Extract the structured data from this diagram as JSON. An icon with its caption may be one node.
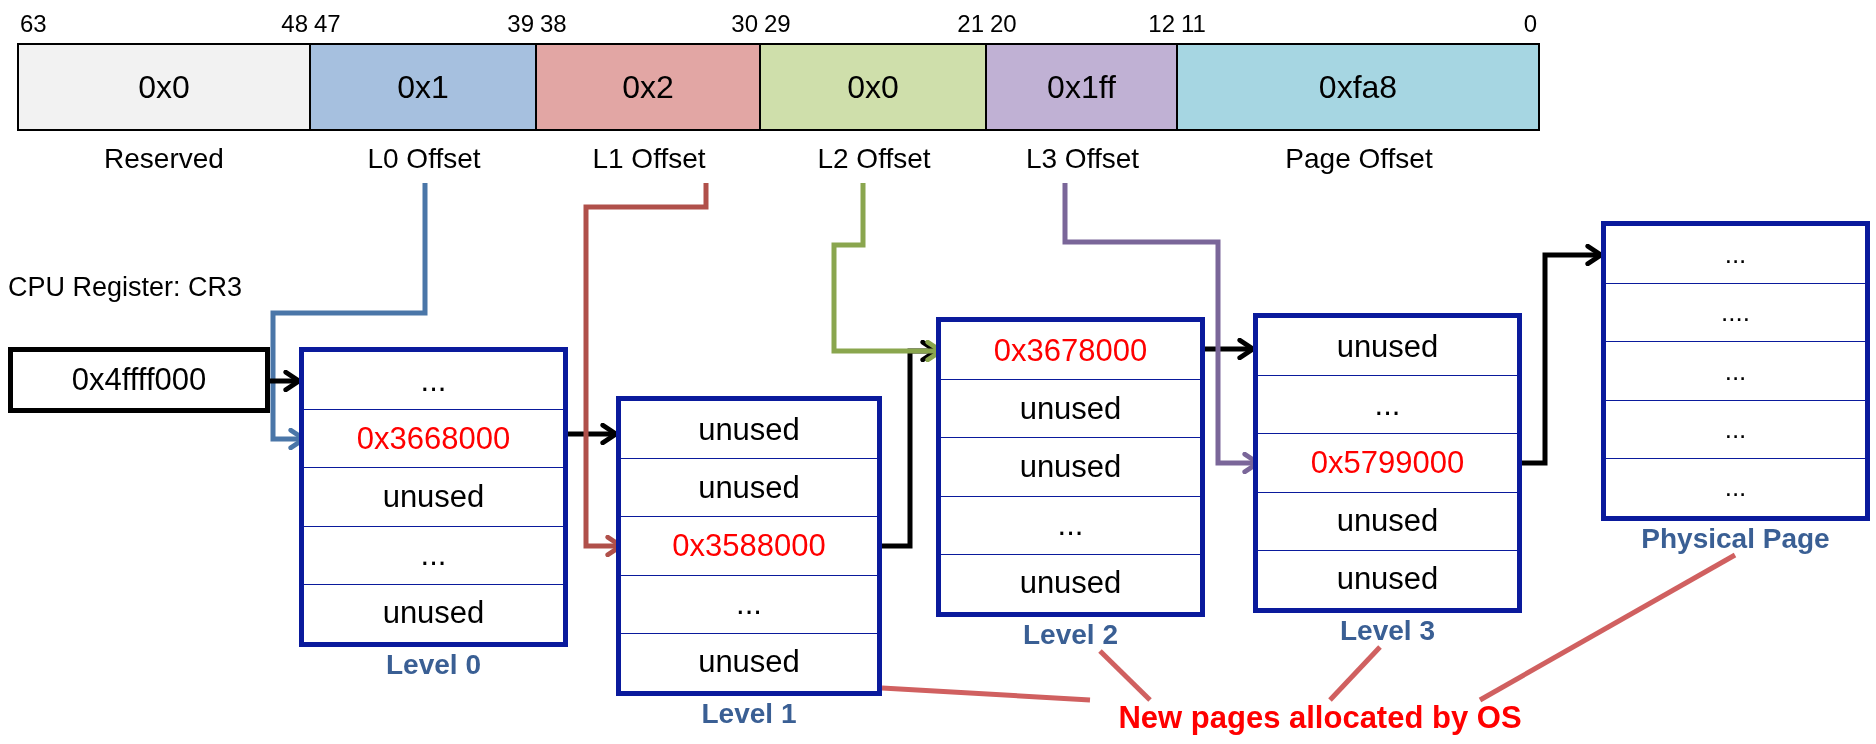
{
  "diagram": {
    "nodes": [
      {
        "text": [
          "0x0"
        ],
        "beside": [
          "Reserved"
        ]
      },
      {
        "text": [
          "0x1"
        ],
        "beside": [
          "L0 Offset"
        ]
      },
      {
        "text": [
          "0x2"
        ],
        "beside": [
          "L1 Offset"
        ]
      },
      {
        "text": [
          "0x0"
        ],
        "beside": [
          "L2 Offset"
        ]
      },
      {
        "text": [
          "0x1ff"
        ],
        "beside": [
          "L3 Offset"
        ]
      },
      {
        "text": [
          "0xfa8"
        ],
        "beside": [
          "Page Offset"
        ]
      },
      {
        "text": [
          "0x4ffff000"
        ],
        "beside": [
          "CPU Register: CR3"
        ]
      },
      {
        "text": [
          "Level 0"
        ]
      },
      {
        "text": [
          "..."
        ],
        "in": 7
      },
      {
        "text": [
          "0x3668000"
        ],
        "in": 7
      },
      {
        "text": [
          "unused"
        ],
        "in": 7
      },
      {
        "text": [
          "..."
        ],
        "in": 7
      },
      {
        "text": [
          "unused"
        ],
        "in": 7
      },
      {
        "text": [
          "Level 1"
        ]
      },
      {
        "text": [
          "unused"
        ],
        "in": 13
      },
      {
        "text": [
          "unused"
        ],
        "in": 13
      },
      {
        "text": [
          "0x3588000"
        ],
        "in": 13
      },
      {
        "text": [
          "..."
        ],
        "in": 13
      },
      {
        "text": [
          "unused"
        ],
        "in": 13
      },
      {
        "text": [
          "Level 2"
        ]
      },
      {
        "text": [
          "0x3678000"
        ],
        "in": 19
      },
      {
        "text": [
          "unused"
        ],
        "in": 19
      },
      {
        "text": [
          "unused"
        ],
        "in": 19
      },
      {
        "text": [
          "..."
        ],
        "in": 19
      },
      {
        "text": [
          "unused"
        ],
        "in": 19
      },
      {
        "text": [
          "Level 3"
        ]
      },
      {
        "text": [
          "unused"
        ],
        "in": 25
      },
      {
        "text": [
          "..."
        ],
        "in": 25
      },
      {
        "text": [
          "0x5799000"
        ],
        "in": 25
      },
      {
        "text": [
          "unused"
        ],
        "in": 25
      },
      {
        "text": [
          "unused"
        ],
        "in": 25
      },
      {
        "text": [
          "Physical Page"
        ]
      },
      {
        "text": [
          "..."
        ],
        "in": 31
      },
      {
        "text": [
          "...."
        ],
        "in": 31
      },
      {
        "text": [
          "..."
        ],
        "in": 31
      },
      {
        "text": [
          "..."
        ],
        "in": 31
      },
      {
        "text": [
          "..."
        ],
        "in": 31
      },
      {
        "text": [
          "New pages allocated by OS"
        ]
      }
    ],
    "edges": [
      {
        "from": 1,
        "to": 9,
        "arrow": "to",
        "color": "#4a76a8"
      },
      {
        "from": 6,
        "to": 7,
        "arrow": "to"
      },
      {
        "from": 9,
        "to": 13,
        "arrow": "to"
      },
      {
        "from": 2,
        "to": 16,
        "arrow": "to",
        "color": "#b0504a"
      },
      {
        "from": 16,
        "to": 19,
        "arrow": "to"
      },
      {
        "from": 3,
        "to": 20,
        "arrow": "to",
        "color": "#8aa64e"
      },
      {
        "from": 20,
        "to": 25,
        "arrow": "to"
      },
      {
        "from": 4,
        "to": 28,
        "arrow": "to",
        "color": "#7a6699"
      },
      {
        "from": 28,
        "to": 31,
        "arrow": "to"
      },
      {
        "from": 37,
        "to": 13,
        "arrow": "none",
        "color": "#d06060"
      },
      {
        "from": 37,
        "to": 19,
        "arrow": "none",
        "color": "#d06060"
      },
      {
        "from": 37,
        "to": 25,
        "arrow": "none",
        "color": "#d06060"
      },
      {
        "from": 37,
        "to": 31,
        "arrow": "none",
        "color": "#d06060"
      }
    ],
    "labels": [
      "63",
      "48",
      "47",
      "39",
      "38",
      "30",
      "29",
      "21",
      "20",
      "12",
      "11",
      "0"
    ]
  }
}
